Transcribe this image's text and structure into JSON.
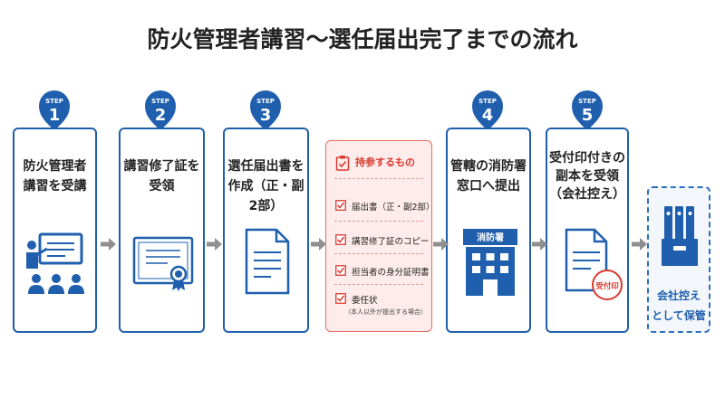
{
  "title": "防火管理者講習〜選任届出完了までの流れ",
  "step_label": "STEP",
  "steps": [
    {
      "number": "1",
      "text": "防火管理者\n講習を受講",
      "icon": "lecture-icon"
    },
    {
      "number": "2",
      "text": "講習修了証を\n受領",
      "icon": "certificate-icon"
    },
    {
      "number": "3",
      "text": "選任届出書を\n作成（正・副2部）",
      "icon": "document-icon"
    },
    {
      "number": "4",
      "text": "管轄の消防署\n窓口へ提出",
      "icon": "fire-station-icon",
      "building_label": "消防署"
    },
    {
      "number": "5",
      "text": "受付印付きの\n副本を受領\n（会社控え）",
      "icon": "stamped-document-icon",
      "stamp_label": "受付印"
    }
  ],
  "checklist": {
    "title": "持参するもの",
    "items": [
      "届出書（正・副2部）",
      "講習修了証のコピー",
      "担当者の身分証明書",
      "委任状"
    ],
    "note": "（本人以外が提出する場合）"
  },
  "archive": {
    "text": "会社控え\nとして保管",
    "icon": "binder-box-icon"
  },
  "colors": {
    "primary": "#1f5fae",
    "accent": "#d83a30",
    "arrow": "#8f8f8f",
    "checklist_bg": "#fdeceb"
  }
}
